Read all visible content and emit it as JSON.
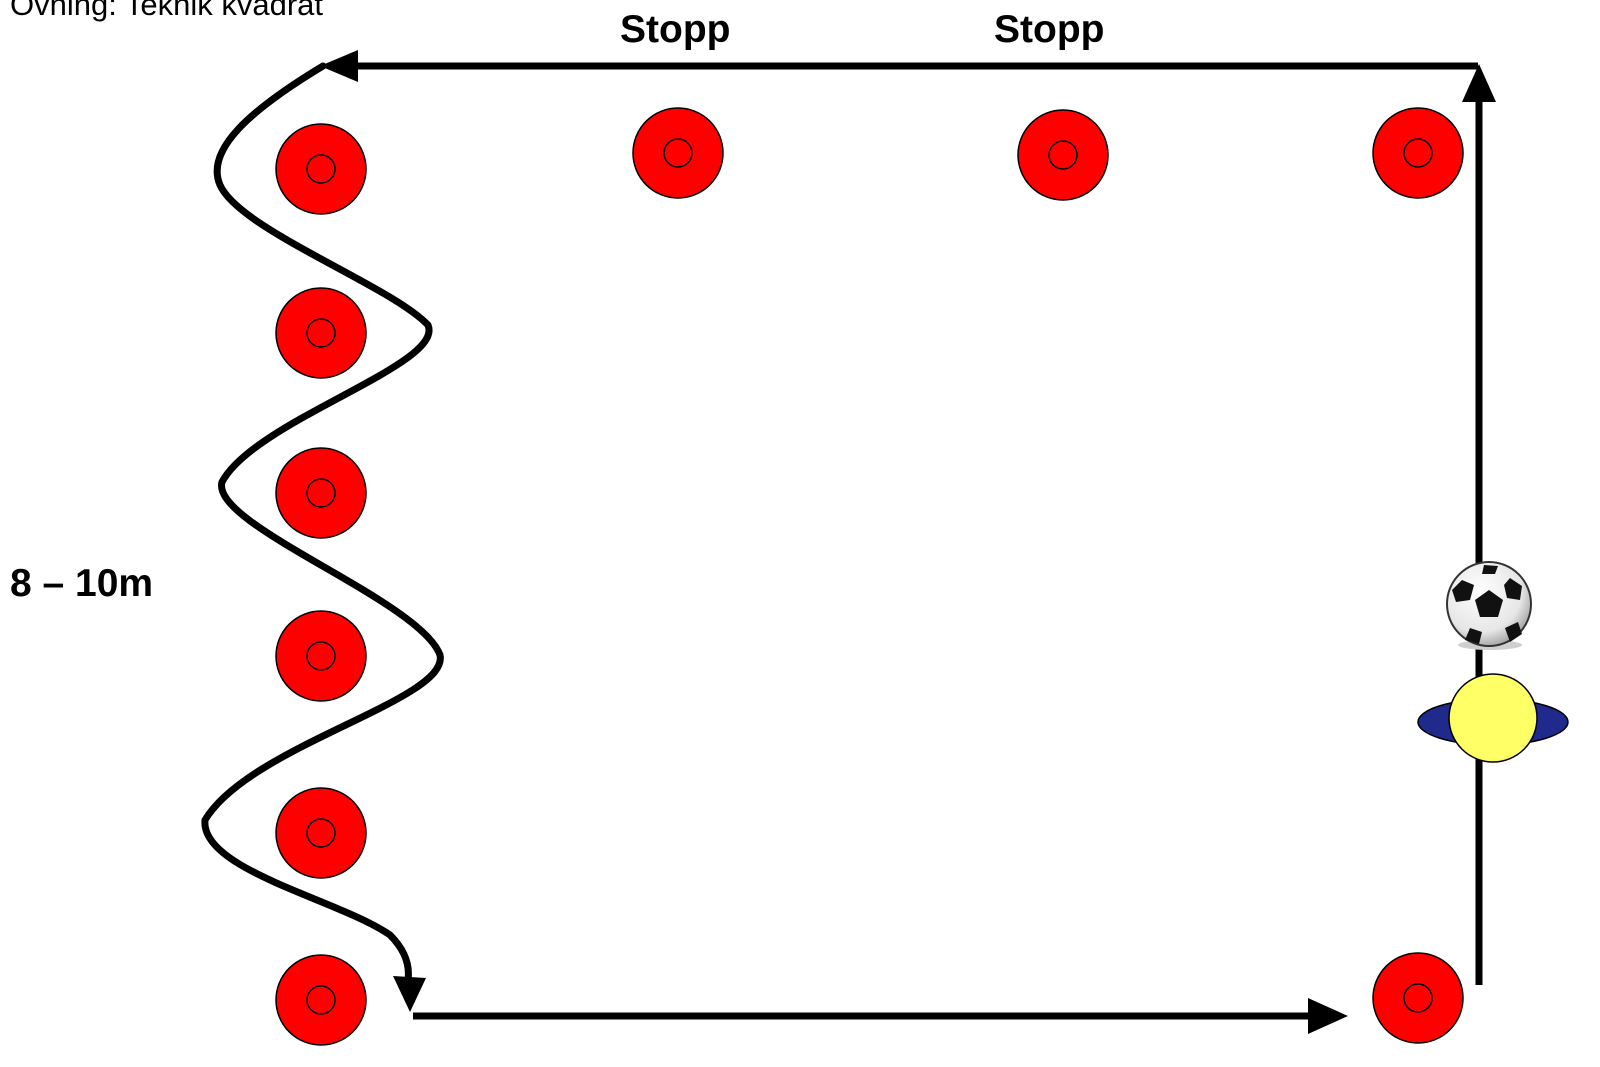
{
  "title": "Övning: Teknik kvadrat",
  "labels": {
    "stopp_1": "Stopp",
    "stopp_2": "Stopp",
    "distance": "8 – 10m"
  },
  "colors": {
    "cone": "#ff0000",
    "player_body": "#ffff66",
    "player_shadow": "#1f2a8c",
    "path": "#000000"
  },
  "icons": {
    "ball": "soccer-ball-icon",
    "player": "player-icon",
    "cone": "cone-icon"
  }
}
